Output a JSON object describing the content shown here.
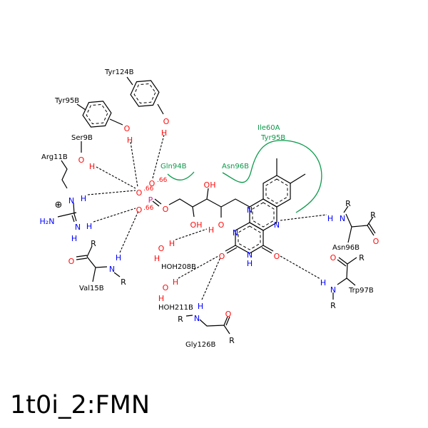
{
  "title": "1t0i_2:FMN",
  "residues": {
    "tyr124b": "Tyr124B",
    "tyr95b": "Tyr95B",
    "ser9b": "Ser9B",
    "arg11b": "Arg11B",
    "val15b": "Val15B",
    "hoh208b": "HOH208B",
    "hoh211b": "HOH211B",
    "gly126b": "Gly126B",
    "asn96b_right": "Asn96B",
    "trp97b": "Trp97B"
  },
  "hydrophobic": {
    "gln94b": "Gln94B",
    "asn96b": "Asn96B",
    "ile60a": "Ile60A",
    "tyr95b": "Tyr95B"
  },
  "charges": {
    "c1": ".66",
    "c2": ".66",
    "c3": ".66",
    "plus": "⊕"
  },
  "atoms": [
    "O",
    "H",
    "O",
    "H",
    "O",
    "H",
    "N",
    "H",
    "H₂N",
    "N",
    "H",
    "H",
    "O",
    "O",
    "O",
    "P",
    "O",
    "OH",
    "OH",
    "O",
    "H",
    "N",
    "N",
    "N",
    "N",
    "H",
    "O",
    "O",
    "H",
    "N",
    "R",
    "R",
    "O",
    "O",
    "R",
    "H",
    "N",
    "R",
    "O",
    "H",
    "H",
    "O",
    "H",
    "H",
    "H",
    "N",
    "R",
    "O",
    "R",
    "O",
    "R",
    "N",
    "H",
    "R"
  ],
  "colors": {
    "oxygen": "#ff0d0d",
    "nitrogen": "#0000ff",
    "phosphorus": "#d0209a",
    "hydrophobic": "#0a9a4a"
  }
}
